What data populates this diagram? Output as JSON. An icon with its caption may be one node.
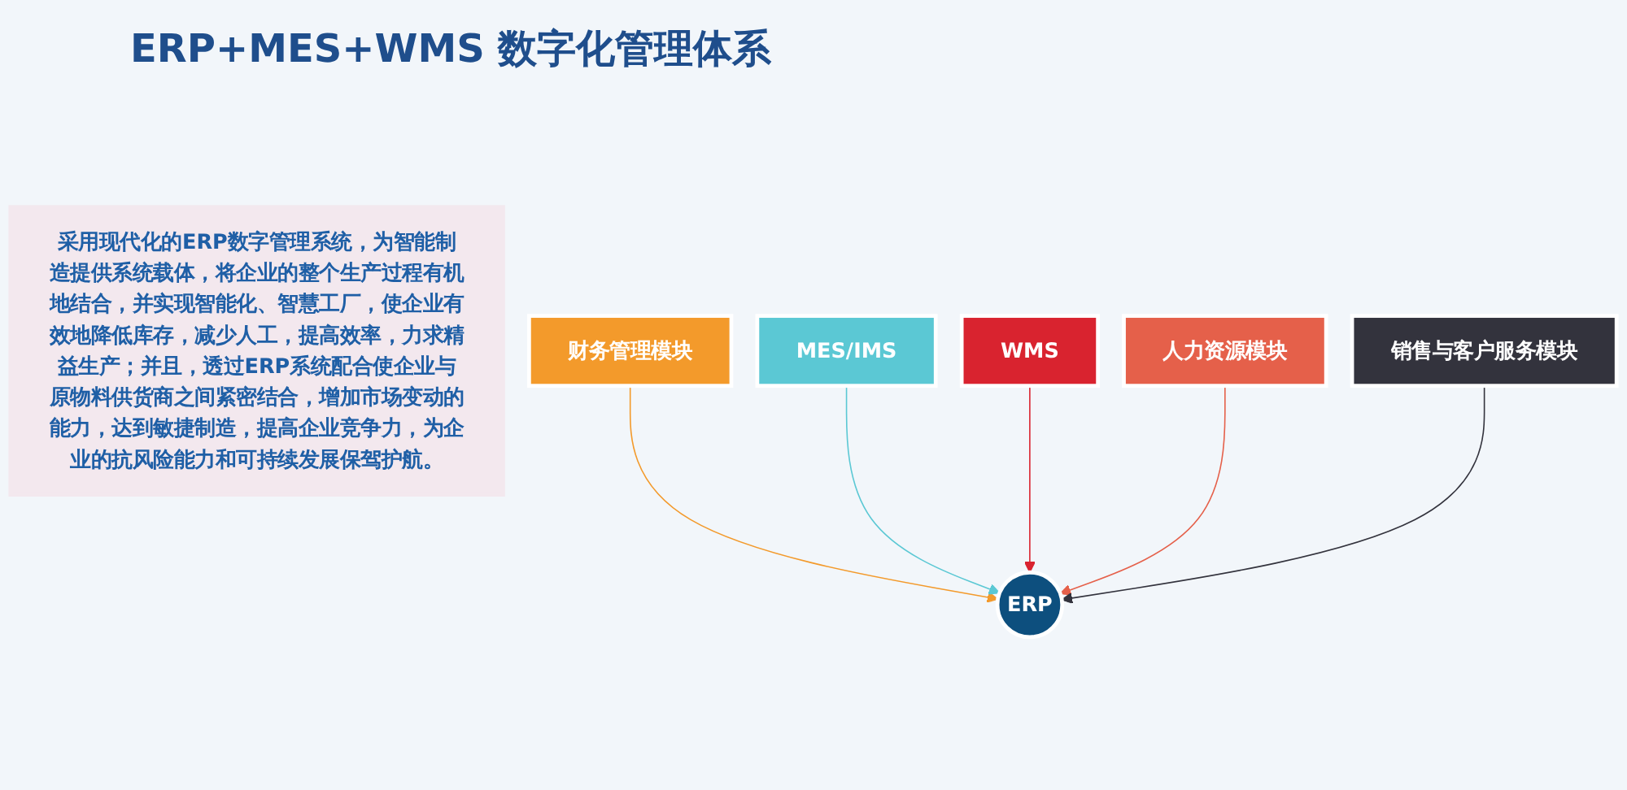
{
  "diagram": {
    "title": "ERP+MES+WMS 数字化管理体系",
    "nodes": [
      {
        "text": [
          "采用现代化的ERP数字管理系统，为智能制造提供系统载体，将企业的整个生产过程有机地结合，并实现智能化、智慧工厂，使企业有效地降低库存，减少人工，提高效率，力求精益生产；并且，透过ERP系统配合使企业与原物料供货商之间紧密结合，增加市场变动的能力，达到敏捷制造，提高企业竞争力，为企业的抗风险能力和可持续发展保驾护航。"
        ]
      },
      {
        "text": [
          "财务管理模块"
        ]
      },
      {
        "text": [
          "MES/IMS"
        ]
      },
      {
        "text": [
          "WMS"
        ]
      },
      {
        "text": [
          "人力资源模块"
        ]
      },
      {
        "text": [
          "ERP"
        ]
      },
      {
        "text": [
          "销售与客户服务模块"
        ]
      }
    ],
    "edges": [
      {
        "from": 1,
        "to": 5,
        "arrow": "to",
        "color": "#f39a2b"
      },
      {
        "from": 2,
        "to": 5,
        "arrow": "to",
        "color": "#5bc8d4"
      },
      {
        "from": 3,
        "to": 5,
        "arrow": "to",
        "color": "#d9232f"
      },
      {
        "from": 4,
        "to": 5,
        "arrow": "to",
        "color": "#e5604a"
      },
      {
        "from": 6,
        "to": 5,
        "arrow": "to",
        "color": "#33333d"
      }
    ]
  }
}
